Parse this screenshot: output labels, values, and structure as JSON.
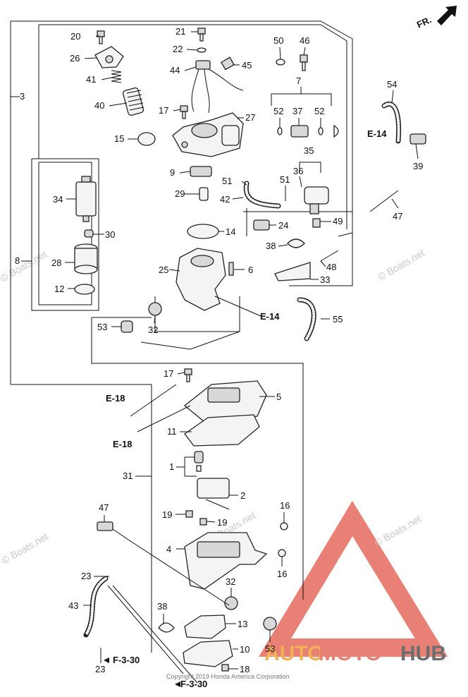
{
  "direction_tag": "FR.",
  "watermarks": [
    "© Boats.net",
    "© Boats.net",
    "© Boats.net",
    "© Boats.net",
    "© Boats.net"
  ],
  "copyright": "Copyright 2019 Honda America Corporation",
  "logo": {
    "text_a": "AUTO",
    "text_b": "MOTO",
    "text_c": "HUB",
    "color_red": "#d9342b",
    "color_orange": "#f0a43a",
    "color_gray": "#555555"
  },
  "references": [
    "E-14",
    "E-14",
    "E-18",
    "E-18",
    "F-3-30",
    "F-3-30"
  ],
  "callouts": [
    "20",
    "26",
    "41",
    "40",
    "15",
    "21",
    "22",
    "44",
    "45",
    "17",
    "27",
    "50",
    "46",
    "7",
    "52",
    "37",
    "52",
    "54",
    "3",
    "34",
    "30",
    "28",
    "8",
    "12",
    "9",
    "51",
    "29",
    "42",
    "36",
    "35",
    "51",
    "24",
    "38",
    "14",
    "25",
    "6",
    "48",
    "47",
    "49",
    "39",
    "33",
    "53",
    "32",
    "55",
    "17",
    "5",
    "11",
    "1",
    "2",
    "31",
    "19",
    "19",
    "47",
    "4",
    "16",
    "16",
    "32",
    "23",
    "43",
    "38",
    "13",
    "10",
    "18",
    "23",
    "53"
  ]
}
